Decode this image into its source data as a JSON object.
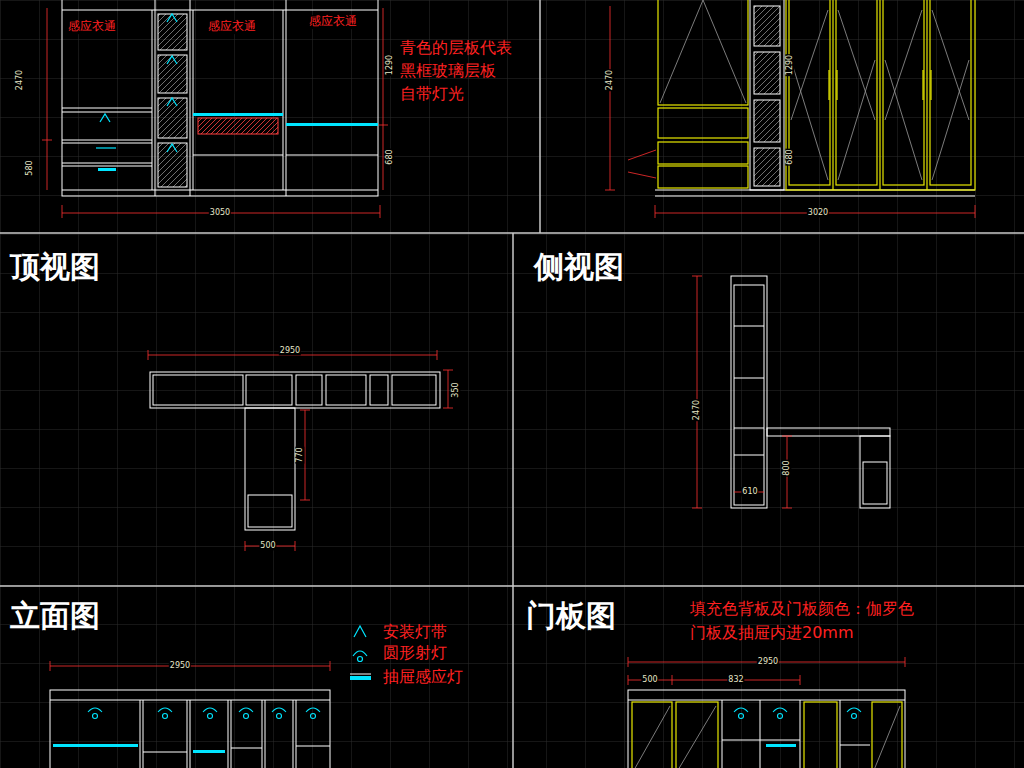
{
  "diagram": {
    "nodes": [
      {
        "text": [
          "顶视图"
        ]
      },
      {
        "text": [
          "侧视图"
        ]
      },
      {
        "text": [
          "立面图"
        ]
      },
      {
        "text": [
          "门板图"
        ]
      }
    ],
    "labels": [
      "感应衣通",
      "感应衣通",
      "感应衣通",
      "青色的层板代表 黑框玻璃层板 自带灯光",
      "2470",
      "580",
      "1290",
      "680",
      "3050",
      "2470",
      "1290",
      "680",
      "3020",
      "2950",
      "350",
      "770",
      "500",
      "2470",
      "800",
      "610",
      "2950",
      "填充色背板及门板颜色：伽罗色",
      "门板及抽屉内进20mm",
      "2950",
      "500",
      "832"
    ],
    "legend": [
      {
        "text": "安装灯带"
      },
      {
        "text": "圆形射灯"
      },
      {
        "text": "抽屉感应灯"
      }
    ]
  }
}
